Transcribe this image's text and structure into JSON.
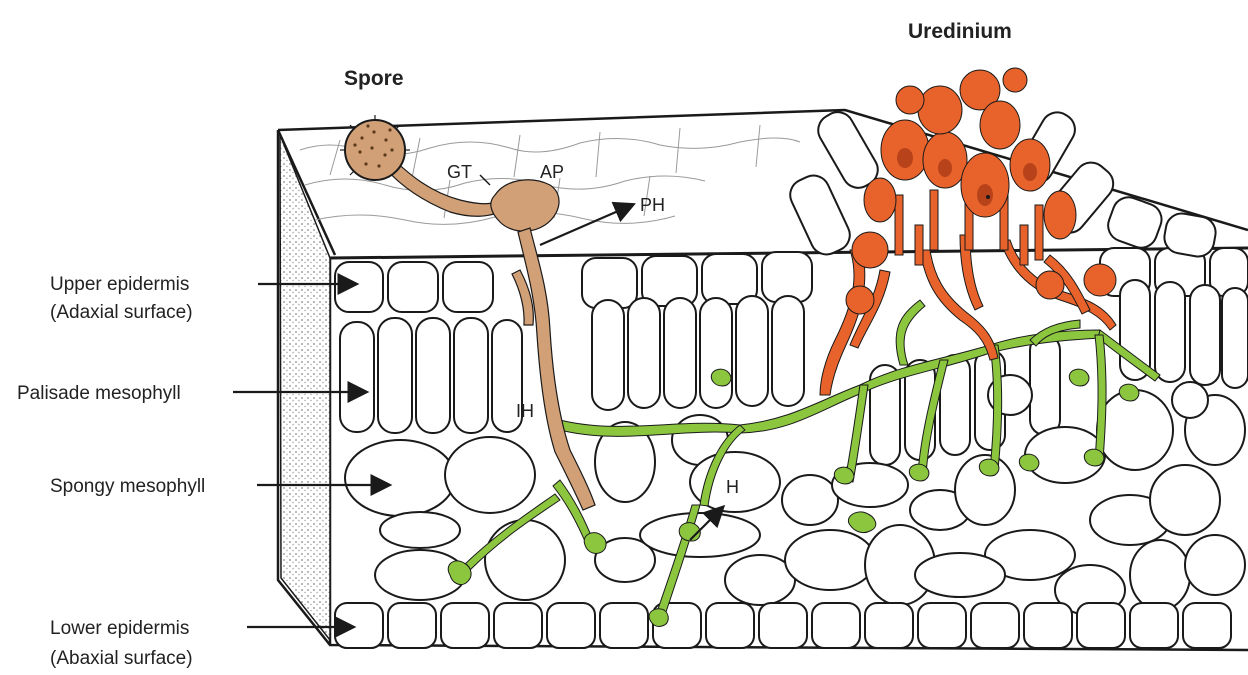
{
  "diagram": {
    "left_labels": {
      "upper_epidermis_line1": "Upper epidermis",
      "upper_epidermis_line2": "(Adaxial surface)",
      "palisade": "Palisade mesophyll",
      "spongy": "Spongy mesophyll",
      "lower_epidermis_line1": "Lower epidermis",
      "lower_epidermis_line2": "(Abaxial surface)"
    },
    "structure_labels": {
      "spore": "Spore",
      "uredinium": "Uredinium",
      "gt": "GT",
      "ap": "AP",
      "ph": "PH",
      "ih": "IH",
      "h": "H"
    },
    "colors": {
      "outline": "#1a1a1a",
      "cell_fill": "#ffffff",
      "spore_tan": "#d2a077",
      "hyphae_green": "#8cc63f",
      "uredinium_orange": "#e8632b",
      "uredinium_dark": "#b8431a",
      "side_stipple": "#bdbdbd"
    }
  }
}
